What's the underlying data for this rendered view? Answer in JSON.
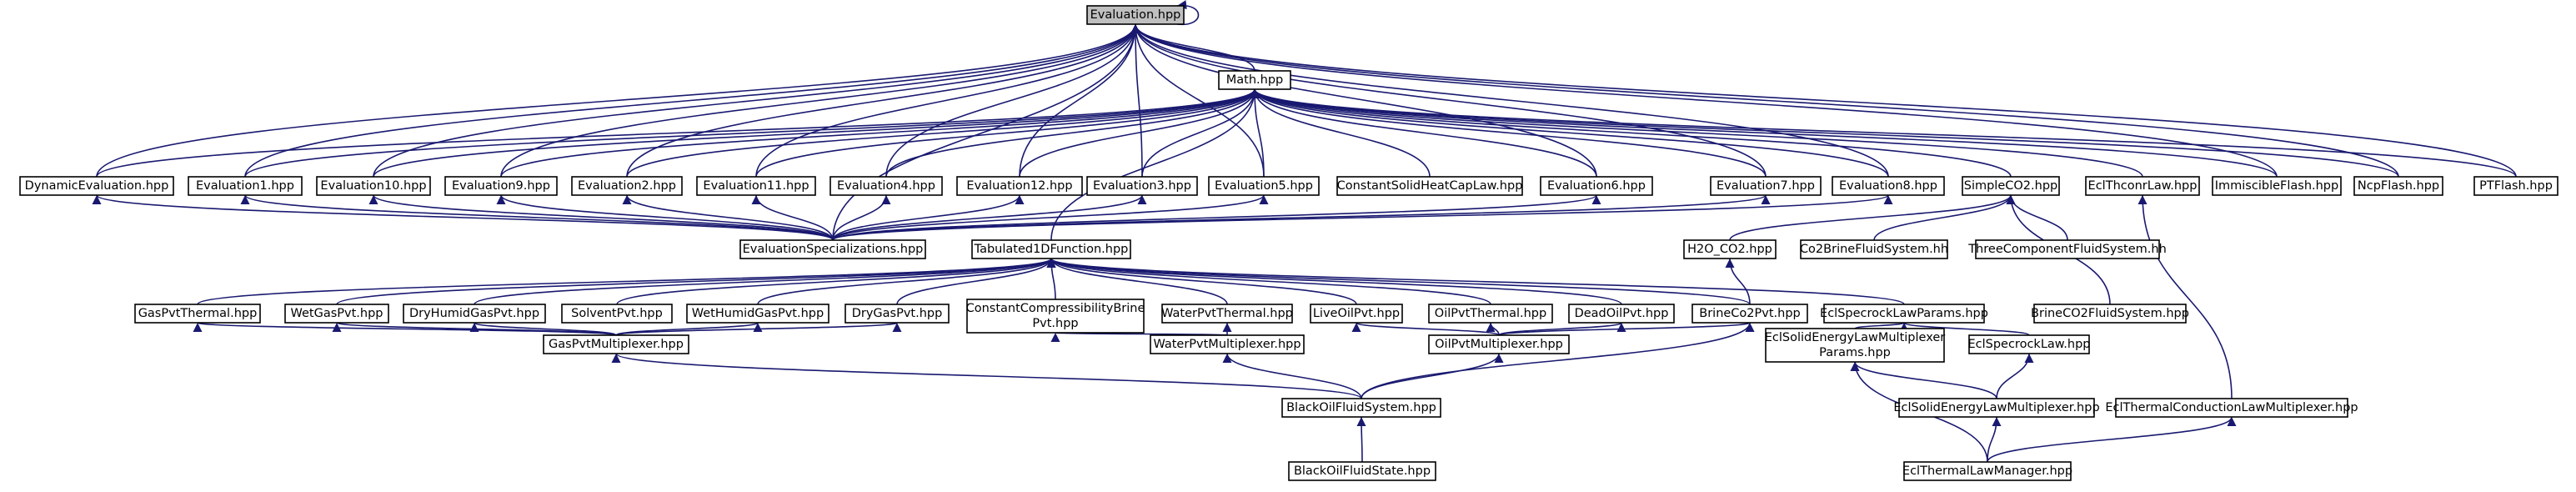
{
  "nodes": {
    "evaluation": {
      "label": "Evaluation.hpp"
    },
    "math": {
      "label": "Math.hpp"
    },
    "dynamic_evaluation": {
      "label": "DynamicEvaluation.hpp"
    },
    "evaluation1": {
      "label": "Evaluation1.hpp"
    },
    "evaluation10": {
      "label": "Evaluation10.hpp"
    },
    "evaluation9": {
      "label": "Evaluation9.hpp"
    },
    "evaluation2": {
      "label": "Evaluation2.hpp"
    },
    "evaluation11": {
      "label": "Evaluation11.hpp"
    },
    "evaluation4": {
      "label": "Evaluation4.hpp"
    },
    "evaluation12": {
      "label": "Evaluation12.hpp"
    },
    "evaluation3": {
      "label": "Evaluation3.hpp"
    },
    "evaluation5": {
      "label": "Evaluation5.hpp"
    },
    "constant_solid_heat_cap_law": {
      "label": "ConstantSolidHeatCapLaw.hpp"
    },
    "evaluation6": {
      "label": "Evaluation6.hpp"
    },
    "evaluation7": {
      "label": "Evaluation7.hpp"
    },
    "evaluation8": {
      "label": "Evaluation8.hpp"
    },
    "simple_co2": {
      "label": "SimpleCO2.hpp"
    },
    "ecl_thconr_law": {
      "label": "EclThconrLaw.hpp"
    },
    "immiscible_flash": {
      "label": "ImmiscibleFlash.hpp"
    },
    "ncp_flash": {
      "label": "NcpFlash.hpp"
    },
    "pt_flash": {
      "label": "PTFlash.hpp"
    },
    "evaluation_specializations": {
      "label": "EvaluationSpecializations.hpp"
    },
    "tabulated_1d_function": {
      "label": "Tabulated1DFunction.hpp"
    },
    "h2o_co2": {
      "label": "H2O_CO2.hpp"
    },
    "co2_brine_fluid_system": {
      "label": "Co2BrineFluidSystem.hh"
    },
    "three_component_fluid_system": {
      "label": "ThreeComponentFluidSystem.hh"
    },
    "gas_pvt_thermal": {
      "label": "GasPvtThermal.hpp"
    },
    "wet_gas_pvt": {
      "label": "WetGasPvt.hpp"
    },
    "dry_humid_gas_pvt": {
      "label": "DryHumidGasPvt.hpp"
    },
    "solvent_pvt": {
      "label": "SolventPvt.hpp"
    },
    "wet_humid_gas_pvt": {
      "label": "WetHumidGasPvt.hpp"
    },
    "dry_gas_pvt": {
      "label": "DryGasPvt.hpp"
    },
    "constant_compressibility_brine_pvt": {
      "label_line1": "ConstantCompressibilityBrine",
      "label_line2": "Pvt.hpp"
    },
    "water_pvt_thermal": {
      "label": "WaterPvtThermal.hpp"
    },
    "live_oil_pvt": {
      "label": "LiveOilPvt.hpp"
    },
    "oil_pvt_thermal": {
      "label": "OilPvtThermal.hpp"
    },
    "dead_oil_pvt": {
      "label": "DeadOilPvt.hpp"
    },
    "brine_co2_pvt": {
      "label": "BrineCo2Pvt.hpp"
    },
    "ecl_specrock_law_params": {
      "label": "EclSpecrockLawParams.hpp"
    },
    "brine_co2_fluid_system": {
      "label": "BrineCO2FluidSystem.hpp"
    },
    "gas_pvt_multiplexer": {
      "label": "GasPvtMultiplexer.hpp"
    },
    "water_pvt_multiplexer": {
      "label": "WaterPvtMultiplexer.hpp"
    },
    "oil_pvt_multiplexer": {
      "label": "OilPvtMultiplexer.hpp"
    },
    "ecl_solid_energy_law_multiplexer_params": {
      "label_line1": "EclSolidEnergyLawMultiplexer",
      "label_line2": "Params.hpp"
    },
    "ecl_specrock_law": {
      "label": "EclSpecrockLaw.hpp"
    },
    "black_oil_fluid_system": {
      "label": "BlackOilFluidSystem.hpp"
    },
    "ecl_solid_energy_law_multiplexer": {
      "label": "EclSolidEnergyLawMultiplexer.hpp"
    },
    "ecl_thermal_conduction_law_multiplexer": {
      "label": "EclThermalConductionLawMultiplexer.hpp"
    },
    "black_oil_fluid_state": {
      "label": "BlackOilFluidState.hpp"
    },
    "ecl_thermal_law_manager": {
      "label": "EclThermalLawManager.hpp"
    }
  },
  "edges": [
    [
      "evaluation",
      "evaluation"
    ],
    [
      "evaluation",
      "math"
    ],
    [
      "evaluation",
      "dynamic_evaluation"
    ],
    [
      "evaluation",
      "evaluation1"
    ],
    [
      "evaluation",
      "evaluation10"
    ],
    [
      "evaluation",
      "evaluation9"
    ],
    [
      "evaluation",
      "evaluation2"
    ],
    [
      "evaluation",
      "evaluation11"
    ],
    [
      "evaluation",
      "evaluation4"
    ],
    [
      "evaluation",
      "evaluation12"
    ],
    [
      "evaluation",
      "evaluation3"
    ],
    [
      "evaluation",
      "evaluation5"
    ],
    [
      "evaluation",
      "evaluation6"
    ],
    [
      "evaluation",
      "evaluation7"
    ],
    [
      "evaluation",
      "evaluation8"
    ],
    [
      "evaluation",
      "immiscible_flash"
    ],
    [
      "evaluation",
      "ncp_flash"
    ],
    [
      "evaluation",
      "pt_flash"
    ],
    [
      "evaluation",
      "evaluation_specializations"
    ],
    [
      "math",
      "dynamic_evaluation"
    ],
    [
      "math",
      "evaluation1"
    ],
    [
      "math",
      "evaluation10"
    ],
    [
      "math",
      "evaluation9"
    ],
    [
      "math",
      "evaluation2"
    ],
    [
      "math",
      "evaluation11"
    ],
    [
      "math",
      "evaluation4"
    ],
    [
      "math",
      "evaluation12"
    ],
    [
      "math",
      "evaluation3"
    ],
    [
      "math",
      "evaluation5"
    ],
    [
      "math",
      "constant_solid_heat_cap_law"
    ],
    [
      "math",
      "evaluation6"
    ],
    [
      "math",
      "evaluation7"
    ],
    [
      "math",
      "evaluation8"
    ],
    [
      "math",
      "simple_co2"
    ],
    [
      "math",
      "ecl_thconr_law"
    ],
    [
      "math",
      "immiscible_flash"
    ],
    [
      "math",
      "ncp_flash"
    ],
    [
      "math",
      "pt_flash"
    ],
    [
      "math",
      "tabulated_1d_function"
    ],
    [
      "dynamic_evaluation",
      "evaluation_specializations"
    ],
    [
      "evaluation1",
      "evaluation_specializations"
    ],
    [
      "evaluation10",
      "evaluation_specializations"
    ],
    [
      "evaluation9",
      "evaluation_specializations"
    ],
    [
      "evaluation2",
      "evaluation_specializations"
    ],
    [
      "evaluation11",
      "evaluation_specializations"
    ],
    [
      "evaluation4",
      "evaluation_specializations"
    ],
    [
      "evaluation12",
      "evaluation_specializations"
    ],
    [
      "evaluation3",
      "evaluation_specializations"
    ],
    [
      "evaluation5",
      "evaluation_specializations"
    ],
    [
      "evaluation6",
      "evaluation_specializations"
    ],
    [
      "evaluation7",
      "evaluation_specializations"
    ],
    [
      "evaluation8",
      "evaluation_specializations"
    ],
    [
      "simple_co2",
      "h2o_co2"
    ],
    [
      "simple_co2",
      "co2_brine_fluid_system"
    ],
    [
      "simple_co2",
      "three_component_fluid_system"
    ],
    [
      "simple_co2",
      "brine_co2_fluid_system"
    ],
    [
      "ecl_thconr_law",
      "ecl_thermal_conduction_law_multiplexer"
    ],
    [
      "h2o_co2",
      "brine_co2_pvt"
    ],
    [
      "tabulated_1d_function",
      "gas_pvt_thermal"
    ],
    [
      "tabulated_1d_function",
      "wet_gas_pvt"
    ],
    [
      "tabulated_1d_function",
      "dry_humid_gas_pvt"
    ],
    [
      "tabulated_1d_function",
      "solvent_pvt"
    ],
    [
      "tabulated_1d_function",
      "wet_humid_gas_pvt"
    ],
    [
      "tabulated_1d_function",
      "dry_gas_pvt"
    ],
    [
      "tabulated_1d_function",
      "constant_compressibility_brine_pvt"
    ],
    [
      "tabulated_1d_function",
      "water_pvt_thermal"
    ],
    [
      "tabulated_1d_function",
      "live_oil_pvt"
    ],
    [
      "tabulated_1d_function",
      "oil_pvt_thermal"
    ],
    [
      "tabulated_1d_function",
      "dead_oil_pvt"
    ],
    [
      "tabulated_1d_function",
      "brine_co2_pvt"
    ],
    [
      "tabulated_1d_function",
      "ecl_specrock_law_params"
    ],
    [
      "gas_pvt_thermal",
      "gas_pvt_multiplexer"
    ],
    [
      "wet_gas_pvt",
      "gas_pvt_multiplexer"
    ],
    [
      "dry_humid_gas_pvt",
      "gas_pvt_multiplexer"
    ],
    [
      "wet_humid_gas_pvt",
      "gas_pvt_multiplexer"
    ],
    [
      "dry_gas_pvt",
      "gas_pvt_multiplexer"
    ],
    [
      "constant_compressibility_brine_pvt",
      "water_pvt_multiplexer"
    ],
    [
      "water_pvt_thermal",
      "water_pvt_multiplexer"
    ],
    [
      "live_oil_pvt",
      "oil_pvt_multiplexer"
    ],
    [
      "oil_pvt_thermal",
      "oil_pvt_multiplexer"
    ],
    [
      "dead_oil_pvt",
      "oil_pvt_multiplexer"
    ],
    [
      "brine_co2_pvt",
      "oil_pvt_multiplexer"
    ],
    [
      "brine_co2_pvt",
      "black_oil_fluid_system"
    ],
    [
      "ecl_specrock_law_params",
      "ecl_solid_energy_law_multiplexer_params"
    ],
    [
      "ecl_specrock_law_params",
      "ecl_specrock_law"
    ],
    [
      "gas_pvt_multiplexer",
      "black_oil_fluid_system"
    ],
    [
      "water_pvt_multiplexer",
      "black_oil_fluid_system"
    ],
    [
      "oil_pvt_multiplexer",
      "black_oil_fluid_system"
    ],
    [
      "ecl_solid_energy_law_multiplexer_params",
      "ecl_solid_energy_law_multiplexer"
    ],
    [
      "ecl_solid_energy_law_multiplexer_params",
      "ecl_thermal_law_manager"
    ],
    [
      "ecl_specrock_law",
      "ecl_solid_energy_law_multiplexer"
    ],
    [
      "black_oil_fluid_system",
      "black_oil_fluid_state"
    ],
    [
      "ecl_solid_energy_law_multiplexer",
      "ecl_thermal_law_manager"
    ],
    [
      "ecl_thermal_conduction_law_multiplexer",
      "ecl_thermal_law_manager"
    ]
  ]
}
